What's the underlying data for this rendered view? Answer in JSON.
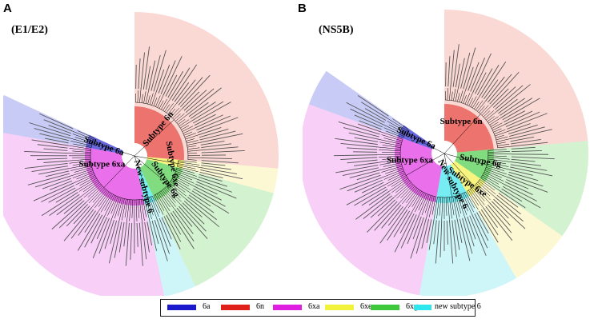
{
  "panels": [
    {
      "letter": "A",
      "subtitle": "(E1/E2)",
      "clades": [
        "Subtype 6n",
        "Subtype 6a",
        "Subtype 6xa",
        "Subtype 6xe",
        "Subtype 6g",
        "New subtype 6"
      ]
    },
    {
      "letter": "B",
      "subtitle": "(NS5B)",
      "clades": [
        "Subtype 6n",
        "Subtype 6a",
        "Subtype 6xa",
        "Subtype 6xe",
        "Subtype 6g",
        "New subtype 6"
      ]
    }
  ],
  "legend": [
    {
      "label": "6a",
      "color": "#1a1acc"
    },
    {
      "label": "6n",
      "color": "#e0201a"
    },
    {
      "label": "6xa",
      "color": "#e020e0"
    },
    {
      "label": "6xe",
      "color": "#f2f23a"
    },
    {
      "label": "6xg",
      "color": "#3ec83e"
    },
    {
      "label": "new subtype 6",
      "color": "#2ee6ee"
    }
  ]
}
